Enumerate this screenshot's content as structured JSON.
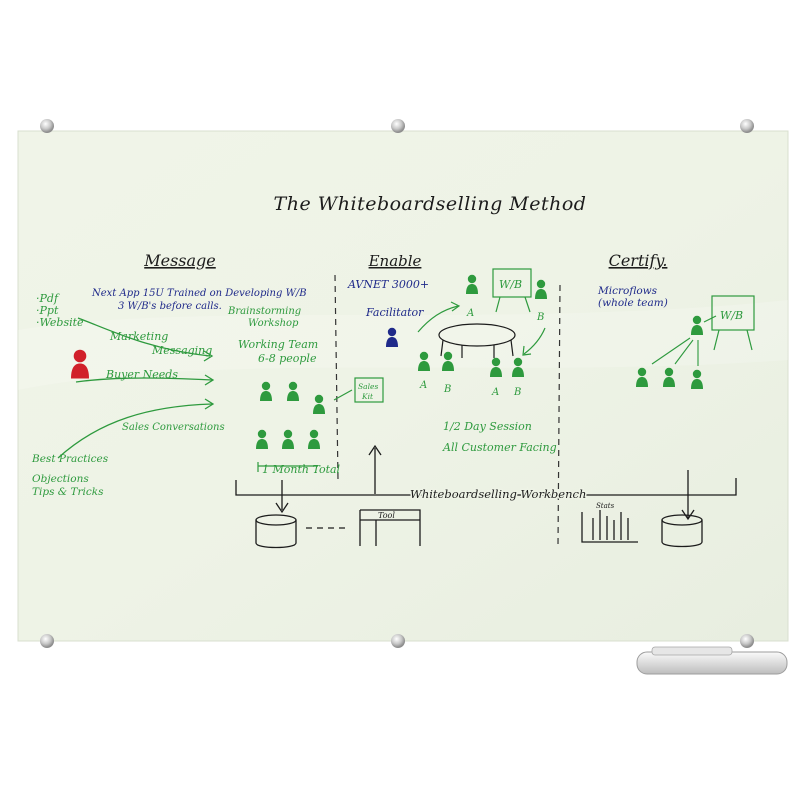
{
  "board": {
    "title": "The Whiteboardselling Method",
    "sections": {
      "message": "Message",
      "enable": "Enable",
      "certify": "Certify."
    },
    "message": {
      "pdf": "·Pdf",
      "ppt": "·Ppt",
      "website": "·Website",
      "next_app_line1": "Next App 15U Trained on Developing W/B",
      "next_app_line2": "3 W/B's before calls.",
      "brainstorming_line1": "Brainstorming",
      "brainstorming_line2": "Workshop",
      "marketing_messaging_line1": "Marketing",
      "marketing_messaging_line2": "Messaging",
      "working_team_line1": "Working Team",
      "working_team_line2": "6-8 people",
      "buyer_needs": "Buyer Needs",
      "sales_kit_line1": "Sales",
      "sales_kit_line2": "Kit",
      "sales_conversations": "Sales Conversations",
      "best_practices": "Best Practices",
      "objections": "Objections",
      "tips_tricks": "Tips & Tricks",
      "month_total": "1 Month Total"
    },
    "enable": {
      "avnet": "AVNET 3000+",
      "facilitator": "Facilitator",
      "wb_label": "W/B",
      "half_day_session": "1/2 Day Session",
      "all_customer_facing": "All Customer Facing",
      "label_a": "A",
      "label_b": "B"
    },
    "certify": {
      "microflows_line1": "Microflows",
      "microflows_line2": "(whole team)",
      "wb_label": "W/B"
    },
    "bottom": {
      "workbench": "Whiteboardselling Workbench",
      "tool": "Tool",
      "stats": "Stats"
    }
  },
  "colors": {
    "board_glass": "#eef3e6",
    "ink_black": "#1c1c1c",
    "ink_green": "#2e9a3e",
    "ink_blue": "#1f2a8a",
    "ink_red": "#d1202a",
    "hardware": "#c9c9c9"
  }
}
